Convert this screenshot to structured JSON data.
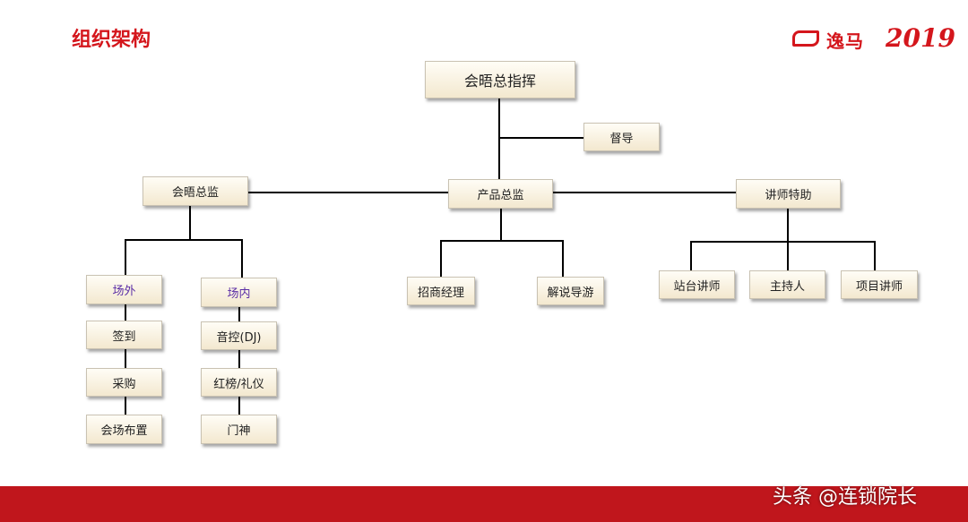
{
  "header": {
    "title": "组织架构"
  },
  "logo": {
    "brand": "逸马",
    "year": "2019"
  },
  "org": {
    "top": "会晤总指挥",
    "supervisor": "督导",
    "director_left": "会晤总监",
    "director_center": "产品总监",
    "director_right": "讲师特助",
    "outside": {
      "label": "场外",
      "items": [
        "签到",
        "采购",
        "会场布置"
      ]
    },
    "inside": {
      "label": "场内",
      "items": [
        "音控(DJ)",
        "红榜/礼仪",
        "门神"
      ]
    },
    "center_items": [
      "招商经理",
      "解说导游"
    ],
    "right_items": [
      "站台讲师",
      "主持人",
      "项目讲师"
    ]
  },
  "watermark": "头条 @连锁院长",
  "colors": {
    "accent": "#d4161c",
    "footer": "#c0161c",
    "box_fill": "#f3e8cf",
    "sub_label": "#5b2ea6"
  }
}
